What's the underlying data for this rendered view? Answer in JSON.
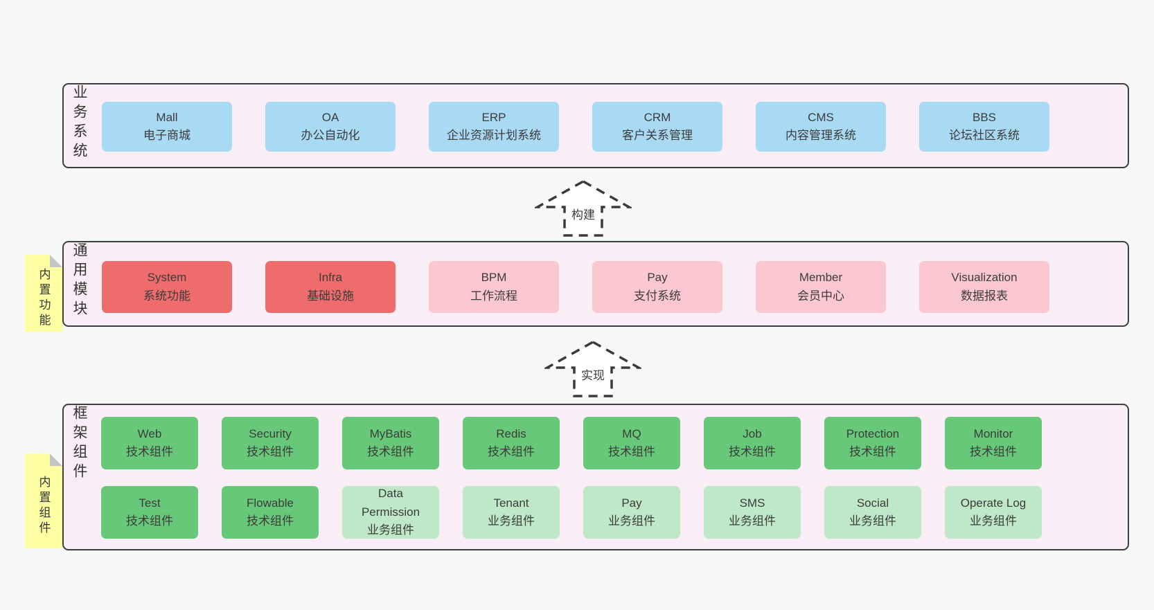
{
  "colors": {
    "page_background": "#f7f7f7",
    "layer_fill": "#f9edf6",
    "layer_border": "#3e3e3e",
    "business_box": "#a9daf4",
    "core_module_box": "#ef6c6c",
    "optional_module_box": "#fbc8d2",
    "tech_component_box": "#67c87a",
    "biz_component_box": "#bee8c8",
    "sticky_note": "#feffa2",
    "note_fold": "#c4c4c4",
    "text": "#3b3b3b"
  },
  "arrows": [
    {
      "label": "构建"
    },
    {
      "label": "实现"
    }
  ],
  "layers": [
    {
      "label": "业务系统",
      "boxes": [
        {
          "name": "Mall",
          "desc": "电子商城",
          "type": "blue"
        },
        {
          "name": "OA",
          "desc": "办公自动化",
          "type": "blue"
        },
        {
          "name": "ERP",
          "desc": "企业资源计划系统",
          "type": "blue"
        },
        {
          "name": "CRM",
          "desc": "客户关系管理",
          "type": "blue"
        },
        {
          "name": "CMS",
          "desc": "内容管理系统",
          "type": "blue"
        },
        {
          "name": "BBS",
          "desc": "论坛社区系统",
          "type": "blue"
        }
      ]
    },
    {
      "label": "通用模块",
      "note": "内置功能",
      "boxes": [
        {
          "name": "System",
          "desc": "系统功能",
          "type": "red"
        },
        {
          "name": "Infra",
          "desc": "基础设施",
          "type": "red"
        },
        {
          "name": "BPM",
          "desc": "工作流程",
          "type": "pink"
        },
        {
          "name": "Pay",
          "desc": "支付系统",
          "type": "pink"
        },
        {
          "name": "Member",
          "desc": "会员中心",
          "type": "pink"
        },
        {
          "name": "Visualization",
          "desc": "数据报表",
          "type": "pink"
        }
      ]
    },
    {
      "label": "框架组件",
      "note": "内置组件",
      "rows": [
        [
          {
            "name": "Web",
            "desc": "技术组件",
            "type": "green"
          },
          {
            "name": "Security",
            "desc": "技术组件",
            "type": "green"
          },
          {
            "name": "MyBatis",
            "desc": "技术组件",
            "type": "green"
          },
          {
            "name": "Redis",
            "desc": "技术组件",
            "type": "green"
          },
          {
            "name": "MQ",
            "desc": "技术组件",
            "type": "green"
          },
          {
            "name": "Job",
            "desc": "技术组件",
            "type": "green"
          },
          {
            "name": "Protection",
            "desc": "技术组件",
            "type": "green"
          },
          {
            "name": "Monitor",
            "desc": "技术组件",
            "type": "green"
          }
        ],
        [
          {
            "name": "Test",
            "desc": "技术组件",
            "type": "green"
          },
          {
            "name": "Flowable",
            "desc": "技术组件",
            "type": "green"
          },
          {
            "name": "Data Permission",
            "desc": "业务组件",
            "type": "green-light"
          },
          {
            "name": "Tenant",
            "desc": "业务组件",
            "type": "green-light"
          },
          {
            "name": "Pay",
            "desc": "业务组件",
            "type": "green-light"
          },
          {
            "name": "SMS",
            "desc": "业务组件",
            "type": "green-light"
          },
          {
            "name": "Social",
            "desc": "业务组件",
            "type": "green-light"
          },
          {
            "name": "Operate Log",
            "desc": "业务组件",
            "type": "green-light"
          }
        ]
      ]
    }
  ]
}
